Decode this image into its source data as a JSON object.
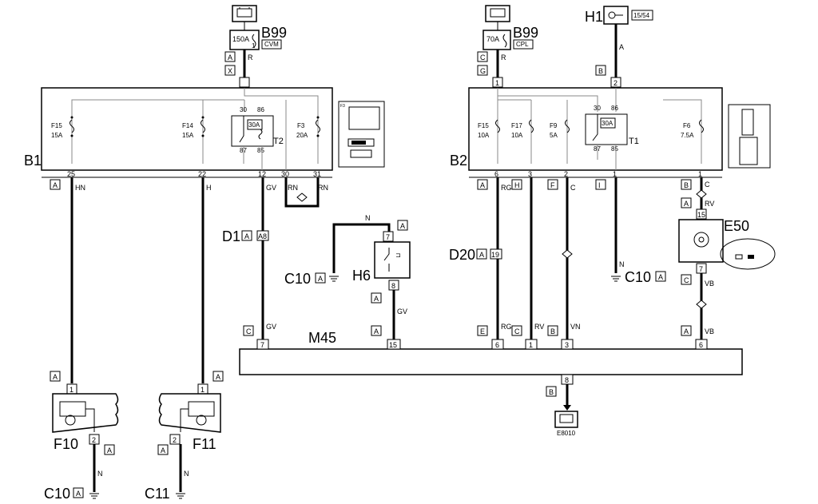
{
  "components": {
    "b99_left": "B99",
    "b99_right": "B99",
    "h1": "H1",
    "b1": "B1",
    "b2": "B2",
    "d1": "D1",
    "d20": "D20",
    "c10_mid": "C10",
    "c10_right": "C10",
    "c10_bottom": "C10",
    "c11_bottom": "C11",
    "h6": "H6",
    "m45": "M45",
    "e50": "E50",
    "f10": "F10",
    "f11": "F11",
    "e8010": "E8010",
    "t1": "T1",
    "t2": "T2"
  },
  "fuses": {
    "b99_left": "150A",
    "b99_left_tag": "CVM",
    "b99_right": "70A",
    "b99_right_tag": "CPL",
    "h1_tag": "15/54",
    "f15_b1_name": "F15",
    "f15_b1_rating": "15A",
    "f14_name": "F14",
    "f14_rating": "15A",
    "f3_name": "F3",
    "f3_rating": "20A",
    "relay_b1": "30A",
    "f15_b2_name": "F15",
    "f15_b2_rating": "10A",
    "f17_name": "F17",
    "f17_rating": "10A",
    "f9_name": "F9",
    "f9_rating": "5A",
    "relay_b2": "30A",
    "f6_name": "F6",
    "f6_rating": "7.5A"
  },
  "pins": {
    "b1_25": "25",
    "b1_22": "22",
    "b1_12": "12",
    "b1_30": "30",
    "b1_31": "31",
    "b2_6": "6",
    "b2_3": "3",
    "b2_2": "2",
    "b2_1a": "1",
    "b2_1b": "1",
    "b2_top1": "1",
    "b2_top2": "2",
    "r30": "30",
    "r86": "86",
    "r87": "87",
    "r85": "85",
    "m45_7": "7",
    "m45_15": "15",
    "m45_6a": "6",
    "m45_1": "1",
    "m45_3": "3",
    "m45_6b": "6",
    "m45_8": "8",
    "h6_7": "7",
    "h6_8": "8",
    "e50_15": "15",
    "e50_7": "7",
    "f10_1": "1",
    "f10_2": "2",
    "f11_1": "1",
    "f11_2": "2",
    "d1_a8": "A8",
    "d20_19": "19"
  },
  "connectors": {
    "A": "A",
    "B": "B",
    "C": "C",
    "E": "E",
    "F": "F",
    "G": "G",
    "H": "H",
    "I": "I",
    "X": "X"
  },
  "wires": {
    "R": "R",
    "A": "A",
    "HN": "HN",
    "H": "H",
    "GV": "GV",
    "RN": "RN",
    "N": "N",
    "RG": "RG",
    "C": "C",
    "RV": "RV",
    "VN": "VN",
    "VB": "VB"
  }
}
